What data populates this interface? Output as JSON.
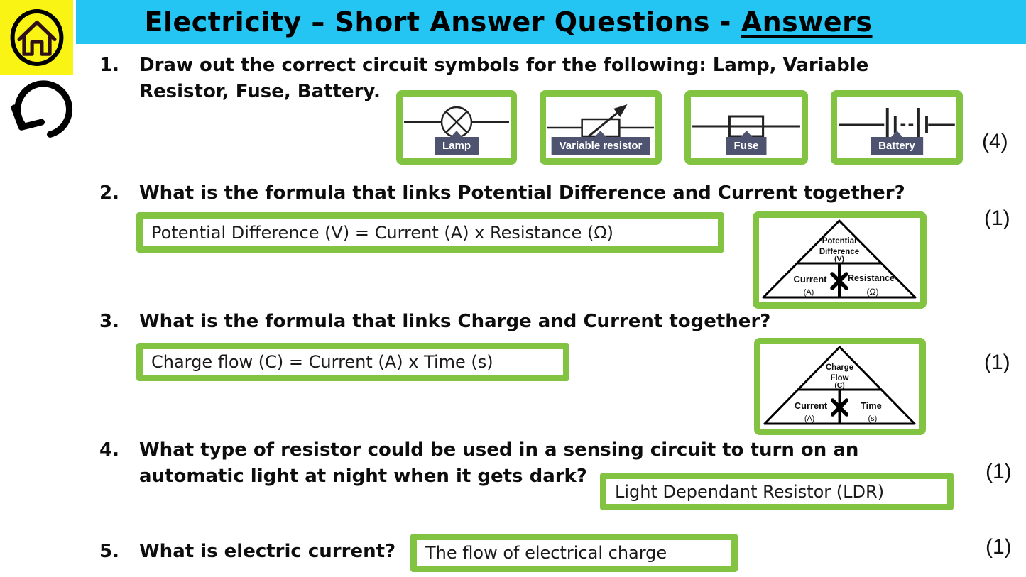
{
  "header": {
    "title_main": "Electricity – Short Answer Questions - ",
    "title_emphasis": "Answers"
  },
  "nav": {
    "home_icon": "home-icon",
    "back_icon": "undo-arrow-icon"
  },
  "questions": [
    {
      "number": "1.",
      "lines": [
        "Draw out the correct circuit symbols for the following: Lamp, Variable",
        "Resistor, Fuse, Battery."
      ],
      "marks": "(4)"
    },
    {
      "number": "2.",
      "lines": [
        "What is the formula that links Potential Difference and Current together?"
      ],
      "answer": "Potential Difference (V) = Current (A) x Resistance (Ω)",
      "marks": "(1)"
    },
    {
      "number": "3.",
      "lines": [
        "What is the formula that links Charge and Current together?"
      ],
      "answer": "Charge flow (C) = Current (A) x Time (s)",
      "marks": "(1)"
    },
    {
      "number": "4.",
      "lines": [
        "What type of resistor could be used in a sensing circuit to turn on an",
        "automatic light at night when it gets dark?"
      ],
      "answer": "Light Dependant Resistor (LDR)",
      "marks": "(1)"
    },
    {
      "number": "5.",
      "lines": [
        "What is electric current?"
      ],
      "answer": "The flow of electrical charge",
      "marks": "(1)"
    }
  ],
  "circuit_symbols": [
    {
      "name": "lamp",
      "label": "Lamp"
    },
    {
      "name": "variable-resistor",
      "label": "Variable resistor"
    },
    {
      "name": "fuse",
      "label": "Fuse"
    },
    {
      "name": "battery",
      "label": "Battery"
    }
  ],
  "formula_triangles": [
    {
      "top_line_1": "Potential",
      "top_line_2": "Difference",
      "top_unit": "(V)",
      "left": "Current",
      "left_unit": "(A)",
      "operator": "x",
      "right": "Resistance",
      "right_unit": "(Ω)"
    },
    {
      "top_line_1": "Charge",
      "top_line_2": "Flow",
      "top_unit": "(C)",
      "left": "Current",
      "left_unit": "(A)",
      "operator": "x",
      "right": "Time",
      "right_unit": "(s)"
    }
  ],
  "colors": {
    "header_bg": "#24c5f2",
    "accent_green": "#82c341",
    "label_tag_bg": "#4e5470",
    "home_bg": "#faf414"
  }
}
